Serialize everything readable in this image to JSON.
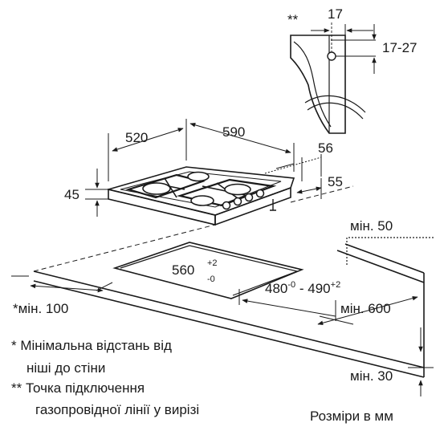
{
  "diagram": {
    "bracket": {
      "marker": "**",
      "width": "17",
      "height": "17-27"
    },
    "hob": {
      "depth": "520",
      "width": "590",
      "height": "45",
      "side_offset": "56",
      "side_depth": "55"
    },
    "cutout": {
      "width_base": "560",
      "width_tol_upper": "+2",
      "width_tol_lower": "-0",
      "depth_low": "480",
      "depth_low_sup": "-0",
      "depth_dash": " - ",
      "depth_high": "490",
      "depth_high_sup": "+2"
    },
    "clearances": {
      "rear": "мін. 50",
      "side": "*мін. 100",
      "front": "мін. 600",
      "under": "мін. 30"
    },
    "notes": [
      "* Мінімальна відстань від",
      "ніші до стіни",
      "** Точка підключення",
      "газопровідної лінії у вирізі"
    ],
    "units": "Розміри в мм"
  }
}
